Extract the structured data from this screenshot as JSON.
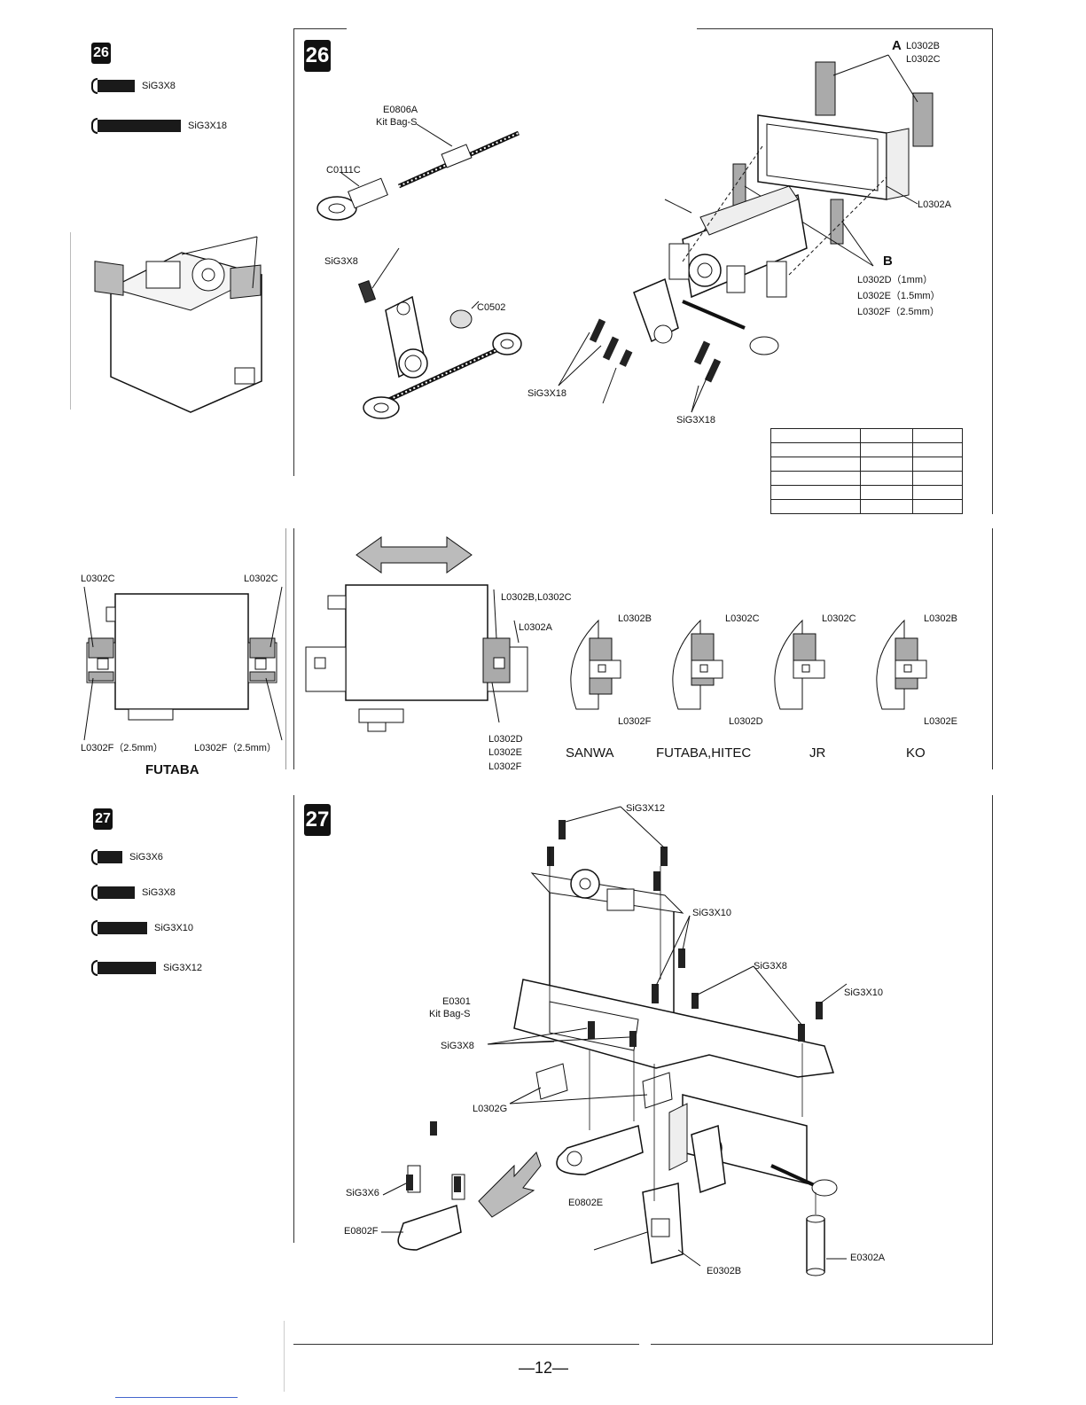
{
  "step26": {
    "number": "26",
    "parts": [
      {
        "label": "SiG3X8"
      },
      {
        "label": "SiG3X18"
      }
    ],
    "diagram": {
      "kit_part": "E0806A",
      "kit_bag": "Kit Bag-S",
      "rod_end": "C0111C",
      "screw_small": "SiG3X8",
      "ball": "C0502",
      "screws_left": "SiG3X18",
      "screws_right": "SiG3X18",
      "callout_a_letter": "A",
      "callout_a_part1": "L0302B",
      "callout_a_part2": "L0302C",
      "frame_part": "L0302A",
      "callout_b_letter": "B",
      "shim_d": "L0302D（1mm）",
      "shim_e": "L0302E（1.5mm）",
      "shim_f": "L0302F（2.5mm）"
    }
  },
  "mounting": {
    "futaba": {
      "top_left": "L0302C",
      "top_right": "L0302C",
      "bottom_left": "L0302F（2.5mm）",
      "bottom_right": "L0302F（2.5mm）",
      "brand": "FUTABA"
    },
    "side": {
      "top": "L0302B,L0302C",
      "middle": "L0302A",
      "bottom1": "L0302D",
      "bottom2": "L0302E",
      "bottom3": "L0302F"
    },
    "variants": [
      {
        "brand": "SANWA",
        "top": "L0302B",
        "bottom": "L0302F"
      },
      {
        "brand": "FUTABA,HITEC",
        "top": "L0302C",
        "bottom": "L0302D"
      },
      {
        "brand": "JR",
        "top": "L0302C",
        "bottom": ""
      },
      {
        "brand": "KO",
        "top": "L0302B",
        "bottom": "L0302E"
      }
    ]
  },
  "step27": {
    "number": "27",
    "parts": [
      {
        "label": "SiG3X6"
      },
      {
        "label": "SiG3X8"
      },
      {
        "label": "SiG3X10"
      },
      {
        "label": "SiG3X12"
      }
    ],
    "diagram": {
      "top_screws": "SiG3X12",
      "mid_screws": "SiG3X10",
      "right_screws1": "SiG3X8",
      "right_screws2": "SiG3X10",
      "plate_part": "E0301",
      "plate_bag": "Kit Bag-S",
      "plate_screws": "SiG3X8",
      "posts": "L0302G",
      "left_screw": "SiG3X6",
      "horn_small": "E0802F",
      "horn_large": "E0802E",
      "mount_b": "E0302B",
      "post_a": "E0302A"
    }
  },
  "page_number": "—12—"
}
